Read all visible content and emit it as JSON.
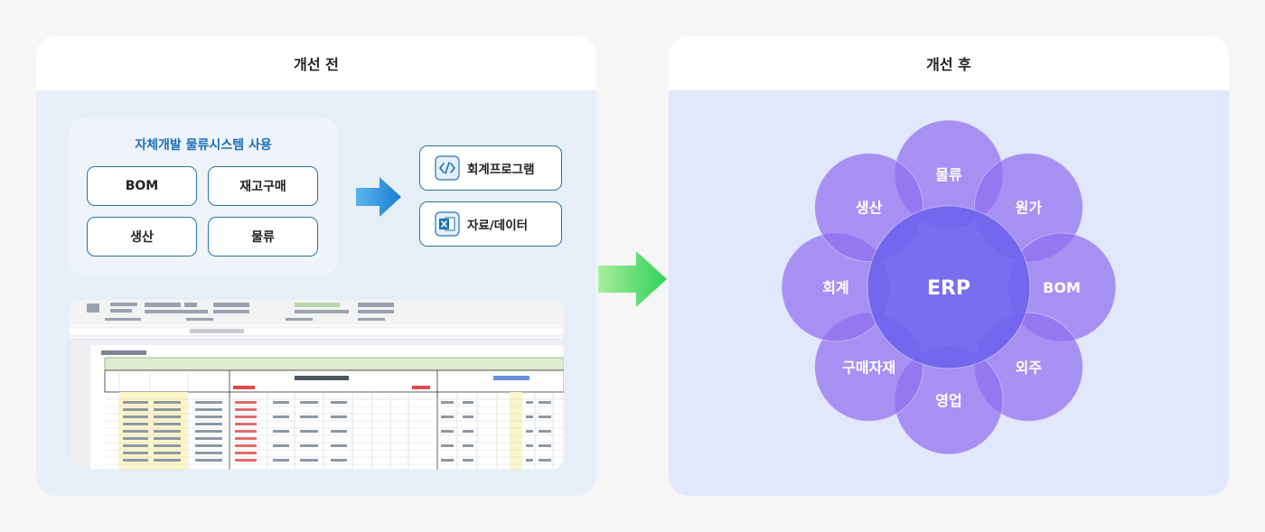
{
  "before": {
    "title": "개선 전",
    "system_title": "자체개발 물류시스템 사용",
    "modules": [
      "BOM",
      "재고구매",
      "생산",
      "물류"
    ],
    "programs": [
      {
        "label": "회계프로그램",
        "icon": "code-icon"
      },
      {
        "label": "자료/데이터",
        "icon": "excel-icon"
      }
    ]
  },
  "after": {
    "title": "개선 후",
    "center": "ERP",
    "petals": [
      "물류",
      "원가",
      "BOM",
      "외주",
      "영업",
      "구매자재",
      "회계",
      "생산"
    ]
  },
  "colors": {
    "module_border": "#2a72ad",
    "system_title": "#1b6fb8",
    "petal_fill": "#8f6ff0",
    "center_fill": "#6f64ee",
    "arrow_blue": "#1a7ed0",
    "arrow_green": "#2fd05a"
  }
}
